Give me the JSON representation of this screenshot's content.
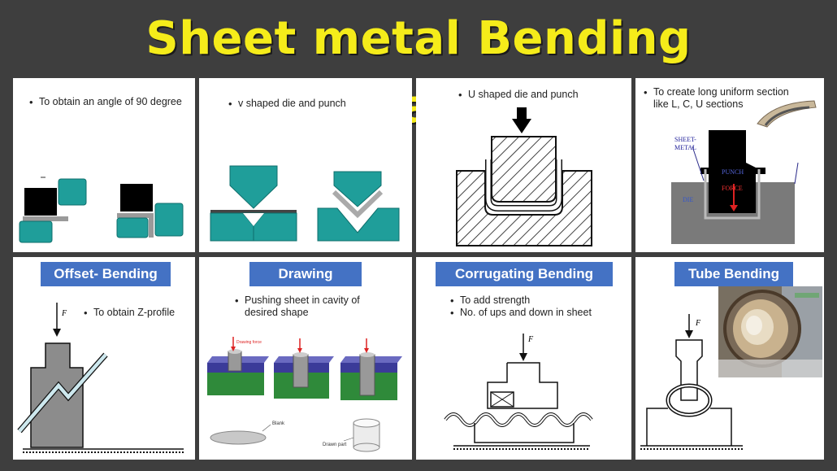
{
  "title": "Sheet metal Bending Operations",
  "panels": {
    "p1": {
      "bullet": "To obtain an angle of 90 degree"
    },
    "p2": {
      "bullet": "v shaped die and punch"
    },
    "p3": {
      "bullet": "U shaped die and punch"
    },
    "p4": {
      "bullet_line1": "To create long uniform section",
      "bullet_line2": "like L, C, U sections",
      "sheet_metal_line1": "SHEET-",
      "sheet_metal_line2": "METAL",
      "punch": "PUNCH",
      "force": "FORCE",
      "die": "DIE"
    },
    "p5": {
      "label": "Offset- Bending",
      "bullet": "To obtain Z-profile",
      "force": "F"
    },
    "p6": {
      "label": "Drawing",
      "bullet_line1": "Pushing sheet in cavity of",
      "bullet_line2": "desired shape",
      "drawing_force": "Drawing force",
      "blank": "Blank",
      "drawn_part": "Drawn part"
    },
    "p7": {
      "label": "Corrugating Bending",
      "bullet1": "To add strength",
      "bullet2": "No. of ups and down in sheet",
      "force": "F"
    },
    "p8": {
      "label": "Tube Bending",
      "force": "F"
    }
  },
  "colors": {
    "title": "#f5ec1a",
    "label_bg": "#4472c4",
    "teal": "#1f9e9a",
    "background": "#3e3e3e"
  }
}
